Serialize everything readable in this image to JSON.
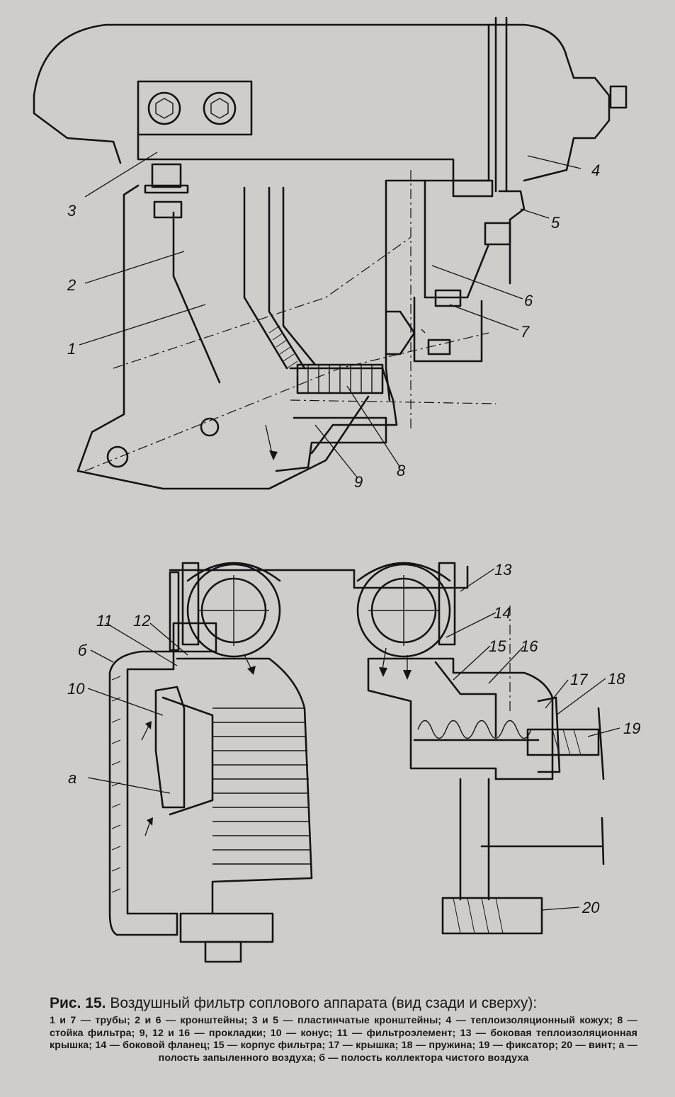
{
  "figure": {
    "labels": {
      "l1": "1",
      "l2": "2",
      "l3": "3",
      "l4": "4",
      "l5": "5",
      "l6": "6",
      "l7": "7",
      "l8": "8",
      "l9": "9",
      "l10": "10",
      "l11": "11",
      "l12": "12",
      "l13": "13",
      "l14": "14",
      "l15": "15",
      "l16": "16",
      "l17": "17",
      "l18": "18",
      "l19": "19",
      "l20": "20",
      "la": "а",
      "lb": "б"
    }
  },
  "caption": {
    "number": "Рис. 15.",
    "title": "Воздушный фильтр соплового аппарата (вид сзади и сверху):",
    "text": "1 и 7 — трубы; 2 и 6 — кронштейны; 3 и 5 — пластинчатые кронштейны; 4 — теплоизоляционный кожух; 8 — стойка фильтра; 9, 12 и 16 — прокладки; 10 — конус; 11 — фильтроэлемент; 13 — боковая теплоизоляционная крышка; 14 — боковой фланец; 15 — корпус фильтра; 17 — крышка; 18 — пружина; 19 — фиксатор; 20 — винт; а — полость запыленного воздуха; б — полость коллектора чистого воздуха"
  }
}
